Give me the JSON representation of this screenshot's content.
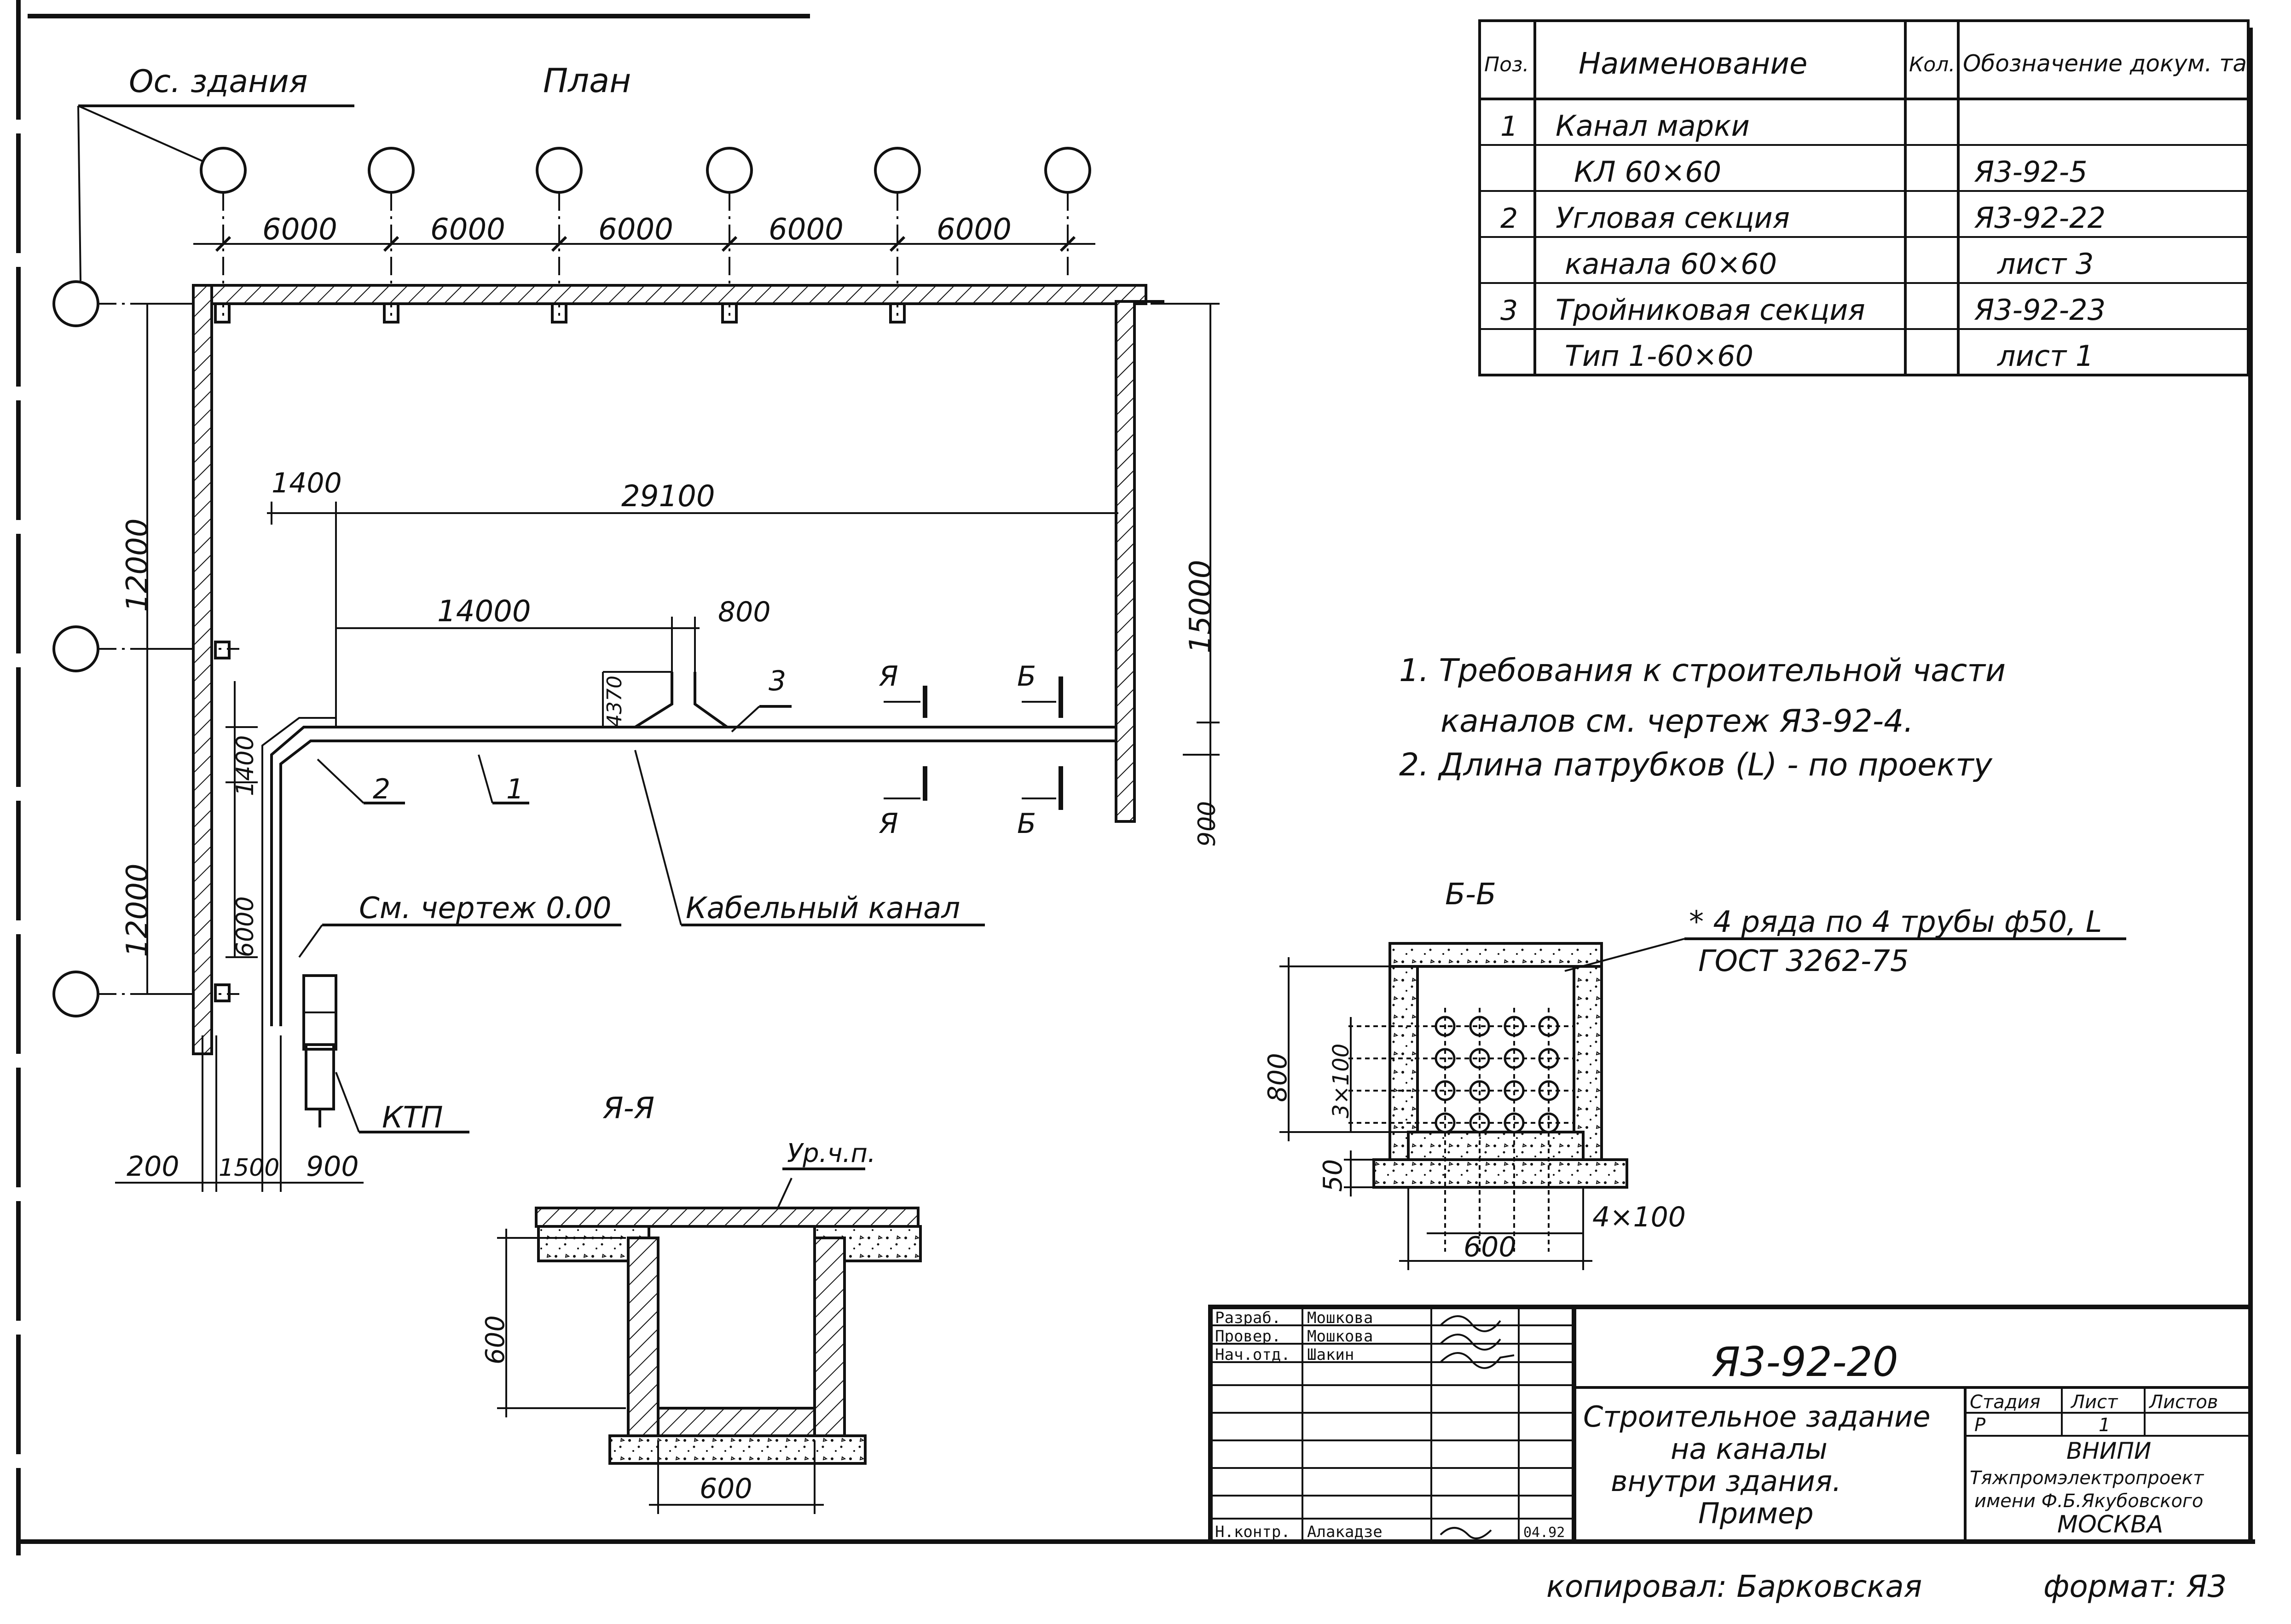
{
  "plan": {
    "title": "План",
    "axes_label": "Ос. здания",
    "spans": [
      "6000",
      "6000",
      "6000",
      "6000",
      "6000"
    ],
    "dim_29100": "29100",
    "dim_1400_top": "1400",
    "dim_14000": "14000",
    "dim_800": "800",
    "dim_4370": "4370",
    "dim_12000_top": "12000",
    "dim_12000_bottom": "12000",
    "dim_15000": "15000",
    "dim_1400_side": "1400",
    "dim_6000_side": "6000",
    "dim_900_right": "900",
    "dim_200": "200",
    "dim_1500": "1500",
    "dim_900_bottom": "900",
    "pos1": "1",
    "pos2": "2",
    "pos3": "3",
    "cut_a": "Я",
    "cut_b": "Б",
    "ref_drawing": "См. чертеж 0.00",
    "cable_channel": "Кабельный канал",
    "ktp": "КТП"
  },
  "section_aa": {
    "title": "Я-Я",
    "level_label": "Ур.ч.п.",
    "depth": "600",
    "width": "600"
  },
  "section_bb": {
    "title": "Б-Б",
    "note_line1": "* 4 ряда по 4 трубы ф50, L",
    "note_line2": "ГОСТ 3262-75",
    "height": "800",
    "rows": "3×100",
    "bottom": "50",
    "cols": "4×100",
    "width": "600"
  },
  "notes": {
    "line1": "1. Требования к строительной части",
    "line2": "каналов см. чертеж Я3-92-4.",
    "line3": "2. Длина патрубков (L) - по проекту"
  },
  "spec_table": {
    "headers": [
      "Поз.",
      "Наименование",
      "Кол.",
      "Обозначение докум. та"
    ],
    "rows": [
      {
        "pos": "1",
        "name": "Канал марки",
        "qty": "",
        "doc": ""
      },
      {
        "pos": "",
        "name": "КЛ 60×60",
        "qty": "",
        "doc": "Я3-92-5"
      },
      {
        "pos": "2",
        "name": "Угловая секция",
        "qty": "",
        "doc": "Я3-92-22"
      },
      {
        "pos": "",
        "name": "канала 60×60",
        "qty": "",
        "doc": "лист 3"
      },
      {
        "pos": "3",
        "name": "Тройниковая секция",
        "qty": "",
        "doc": "Я3-92-23"
      },
      {
        "pos": "",
        "name": "Тип 1-60×60",
        "qty": "",
        "doc": "лист 1"
      }
    ]
  },
  "title_block": {
    "doc_number": "Я3-92-20",
    "role1": "Разраб.",
    "name1": "Мошкова",
    "role2": "Провер.",
    "name2": "Мошкова",
    "role3": "Нач.отд.",
    "name3": "Шакин",
    "role4": "Н.контр.",
    "name4": "Алакадзе",
    "date4": "04.92",
    "title_line1": "Строительное задание",
    "title_line2": "на каналы",
    "title_line3": "внутри здания.",
    "title_line4": "Пример",
    "stage_label": "Стадия",
    "sheet_label": "Лист",
    "sheets_label": "Листов",
    "stage_value": "Р",
    "sheet_value": "1",
    "org_line1": "ВНИПИ",
    "org_line2": "Тяжпромэлектропроект",
    "org_line3": "имени Ф.Б.Якубовского",
    "org_line4": "МОСКВА"
  },
  "footer": {
    "copied": "копировал: Барковская",
    "format": "формат: Я3"
  }
}
